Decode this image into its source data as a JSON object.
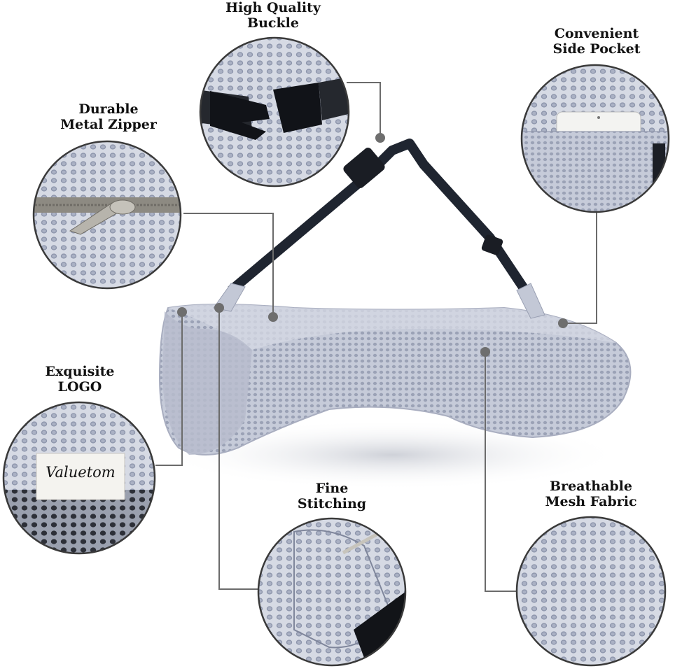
{
  "features": [
    {
      "id": "buckle",
      "line1": "High Quality",
      "line2": "Buckle"
    },
    {
      "id": "pocket",
      "line1": "Convenient",
      "line2": "Side Pocket"
    },
    {
      "id": "zipper",
      "line1": "Durable",
      "line2": "Metal Zipper"
    },
    {
      "id": "logo",
      "line1": "Exquisite",
      "line2": "LOGO"
    },
    {
      "id": "stitch",
      "line1": "Fine",
      "line2": "Stitching"
    },
    {
      "id": "mesh",
      "line1": "Breathable",
      "line2": "Mesh Fabric"
    }
  ],
  "brand_label": "Valuetom",
  "colors": {
    "pillow": "#bfc4d4",
    "pillow_shadow": "#8e95a8",
    "strap": "#1f2530",
    "callout_line": "#6b6b6b",
    "circle_border": "#3a3a3a",
    "mesh_bg": "#cdd2de"
  }
}
